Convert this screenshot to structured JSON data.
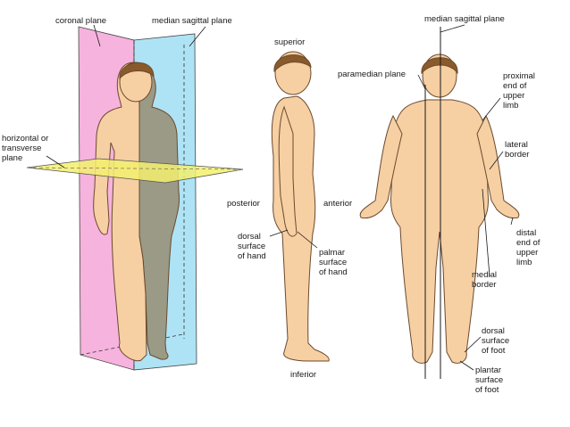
{
  "colors": {
    "skin": "#f6cfa3",
    "skin_outline": "#6b4a2e",
    "hair": "#8a5a2b",
    "coronal_plane": "#f6b3dd",
    "sagittal_plane": "#aee3f5",
    "horizontal_plane": "#f3f06e",
    "shadow_body": "#9a9a86",
    "line": "#1a1a1a"
  },
  "labels": {
    "coronal_plane": "coronal plane",
    "median_sagittal_plane_left": "median sagittal plane",
    "horizontal_plane": "horizontal or\ntransverse\nplane",
    "superior": "superior",
    "posterior": "posterior",
    "anterior": "anterior",
    "dorsal_surface_of_hand": "dorsal\nsurface\nof hand",
    "palmar_surface_of_hand": "palmar\nsurface\nof hand",
    "inferior": "inferior",
    "median_sagittal_plane_right": "median sagittal plane",
    "paramedian_plane": "paramedian plane",
    "proximal_end_of_upper_limb": "proximal\nend of\nupper\nlimb",
    "lateral_border": "lateral\nborder",
    "distal_end_of_upper_limb": "distal\nend of\nupper\nlimb",
    "medial_border": "medial\nborder",
    "dorsal_surface_of_foot": "dorsal\nsurface\nof foot",
    "plantar_surface_of_foot": "plantar\nsurface\nof foot"
  }
}
